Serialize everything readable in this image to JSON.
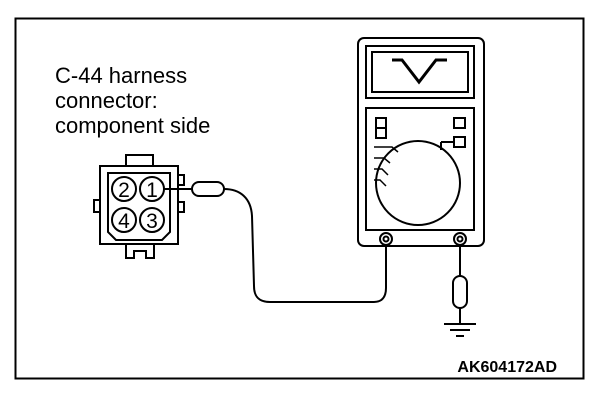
{
  "caption": {
    "line1": "C-44 harness",
    "line2": "connector:",
    "line3": "component side"
  },
  "connector": {
    "pins": {
      "top_left": "2",
      "top_right": "1",
      "bottom_left": "4",
      "bottom_right": "3"
    }
  },
  "multimeter": {
    "display_icon": "voltage-v-symbol-icon",
    "dial_icon": "selector-dial-icon"
  },
  "ground_icon": "ground-symbol-icon",
  "figure_code": "AK604172AD",
  "colors": {
    "line": "#000000",
    "background": "#ffffff"
  }
}
